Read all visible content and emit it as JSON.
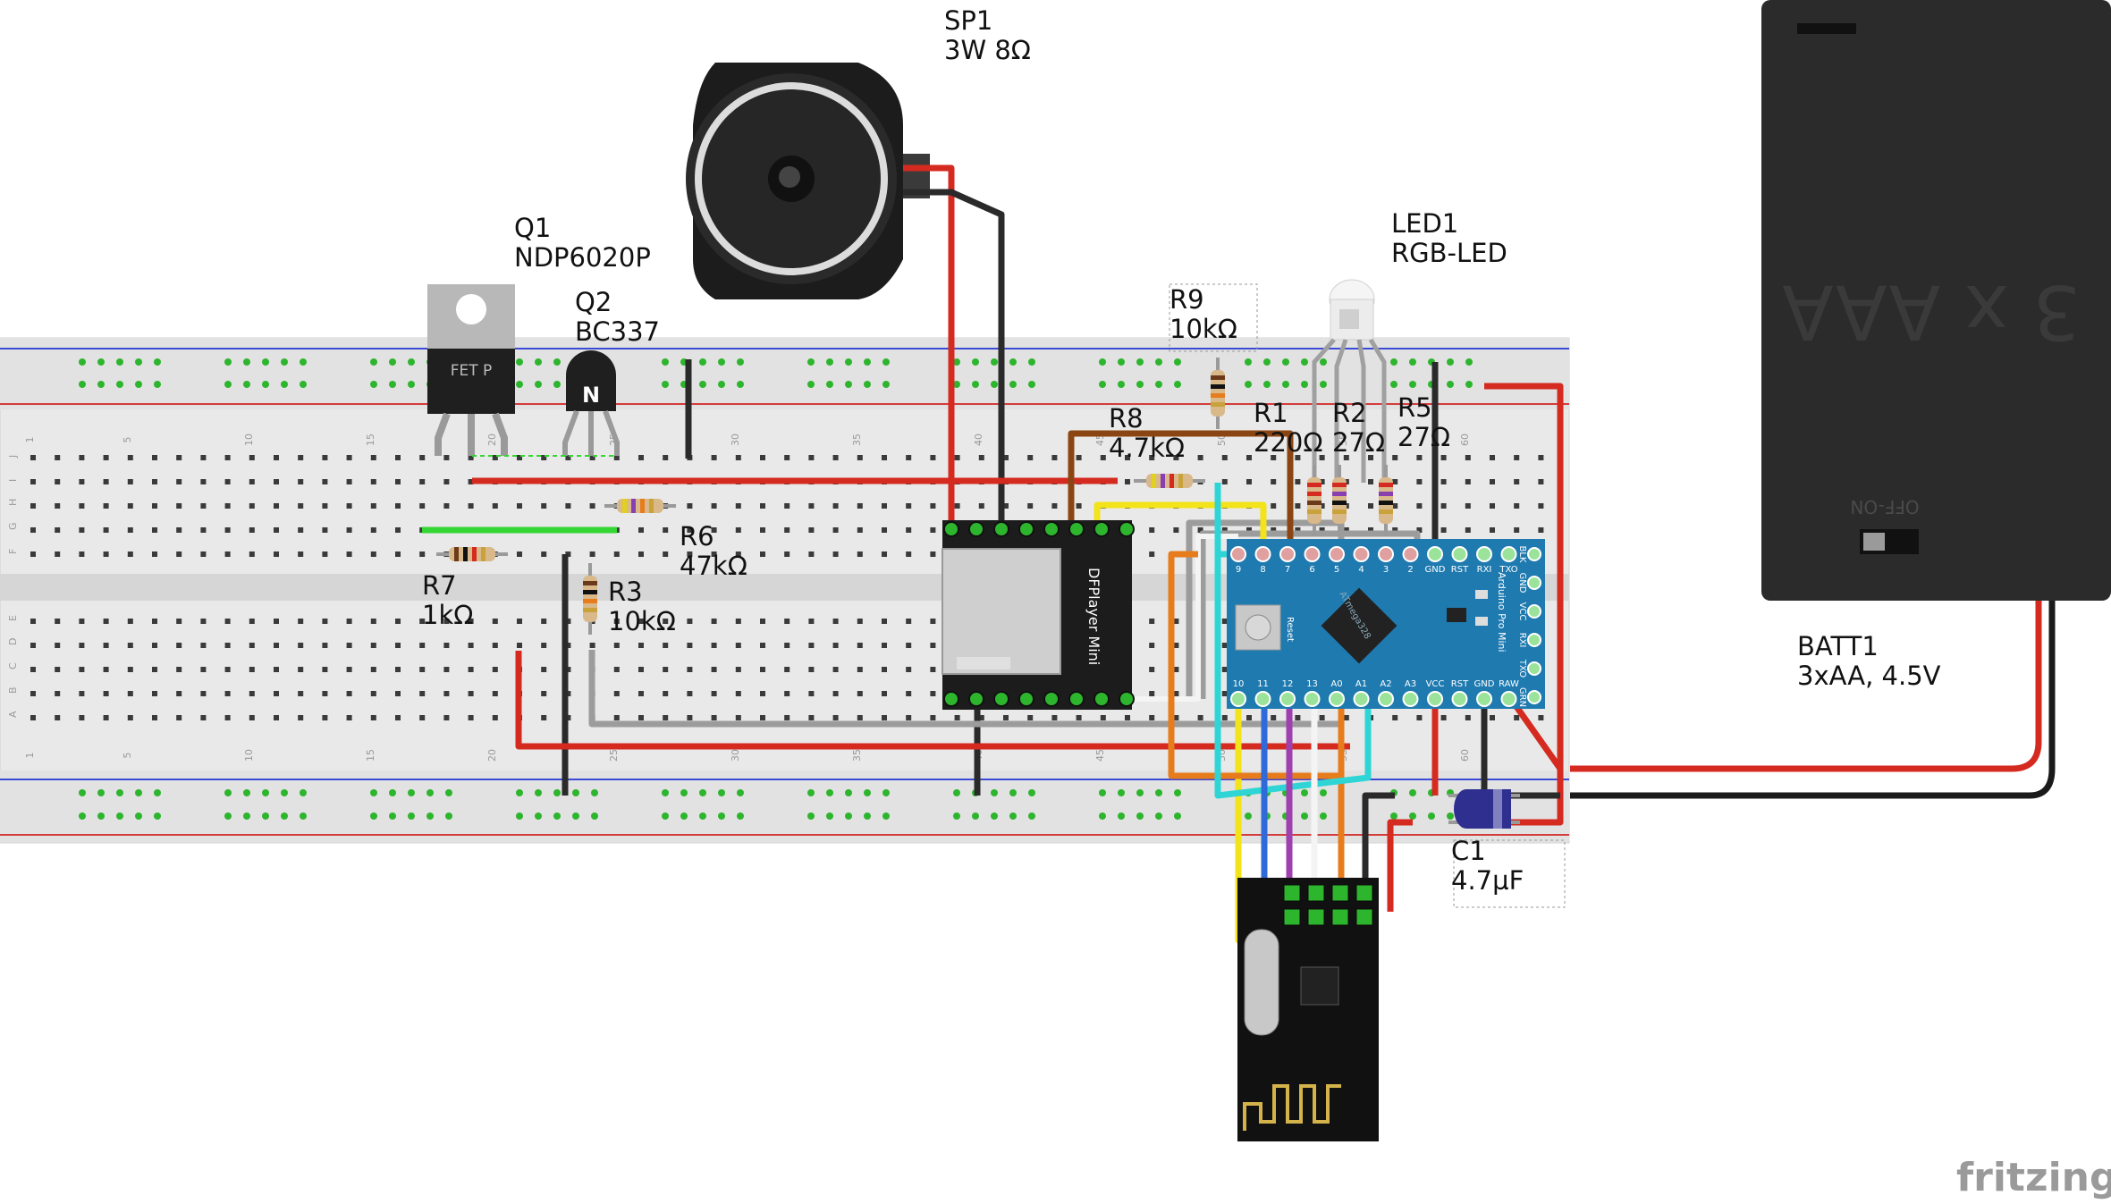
{
  "labels": {
    "sp1_ref": "SP1",
    "sp1_val": "3W 8Ω",
    "q1_ref": "Q1",
    "q1_val": "NDP6020P",
    "q2_ref": "Q2",
    "q2_val": "BC337",
    "led1_ref": "LED1",
    "led1_val": "RGB-LED",
    "r9_ref": "R9",
    "r9_val": "10kΩ",
    "r8_ref": "R8",
    "r8_val": "4.7kΩ",
    "r1_ref": "R1",
    "r1_val": "220Ω",
    "r2_ref": "R2",
    "r2_val": "27Ω",
    "r5_ref": "R5",
    "r5_val": "27Ω",
    "r6_ref": "R6",
    "r6_val": "47kΩ",
    "r7_ref": "R7",
    "r7_val": "1kΩ",
    "r3_ref": "R3",
    "r3_val": "10kΩ",
    "c1_ref": "C1",
    "c1_val": "4.7µF",
    "batt_ref": "BATT1",
    "batt_val": "3xAA, 4.5V"
  },
  "parts": {
    "battery_text": "3 x AAA",
    "battery_switch": "OFF-ON",
    "fet_text": "FET P",
    "npn_text": "N",
    "dfplayer_text": "DFPlayer Mini",
    "arduino_text": "Arduino Pro Mini",
    "mcu_text": "ATmega328",
    "reset_text": "Reset"
  },
  "arduino_pins_top": [
    "9",
    "8",
    "7",
    "6",
    "5",
    "4",
    "3",
    "2",
    "GND",
    "RST",
    "RXI",
    "TXO"
  ],
  "arduino_pins_bottom": [
    "10",
    "11",
    "12",
    "13",
    "A0",
    "A1",
    "A2",
    "A3",
    "VCC",
    "RST",
    "GND",
    "RAW"
  ],
  "arduino_pins_side": [
    "BLK",
    "GND",
    "VCC",
    "RXI",
    "TXO",
    "GRN"
  ],
  "breadboard_numbers": [
    "1",
    "5",
    "10",
    "15",
    "20",
    "25",
    "30",
    "35",
    "40",
    "45",
    "50",
    "55",
    "60"
  ],
  "breadboard_rows_top": [
    "J",
    "I",
    "H",
    "G",
    "F"
  ],
  "breadboard_rows_bottom": [
    "E",
    "D",
    "C",
    "B",
    "A"
  ],
  "watermark": "fritzing",
  "colors": {
    "wire_red": "#d42a20",
    "wire_black": "#2a2a2a",
    "wire_green": "#33d633",
    "wire_yellow": "#f2e31a",
    "wire_cyan": "#2fd5d5",
    "wire_orange": "#e77c1c",
    "wire_brown": "#8b4513",
    "wire_gray": "#9c9c9c",
    "wire_white": "#f4f4f4",
    "wire_blue": "#2f6ad8",
    "wire_purple": "#a040b0",
    "arduino_blue": "#1f7ab0",
    "breadboard": "#e8e8e8",
    "rail_red": "#d43b3b",
    "rail_blue": "#3b4ad4"
  }
}
